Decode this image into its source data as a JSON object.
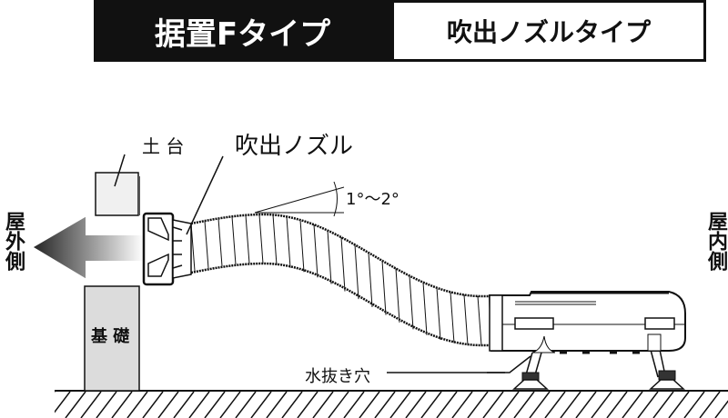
{
  "header": {
    "title_left": "据置Fタイプ",
    "title_right": "吹出ノズルタイプ"
  },
  "labels": {
    "sill": "土 台",
    "nozzle": "吹出ノズル",
    "angle": "1°～2°",
    "outdoor": "屋外側",
    "indoor": "屋内側",
    "foundation": "基 礎",
    "drain_hole": "水抜き穴"
  },
  "colors": {
    "dark": "#111111",
    "gray": "#dcdcdc"
  }
}
